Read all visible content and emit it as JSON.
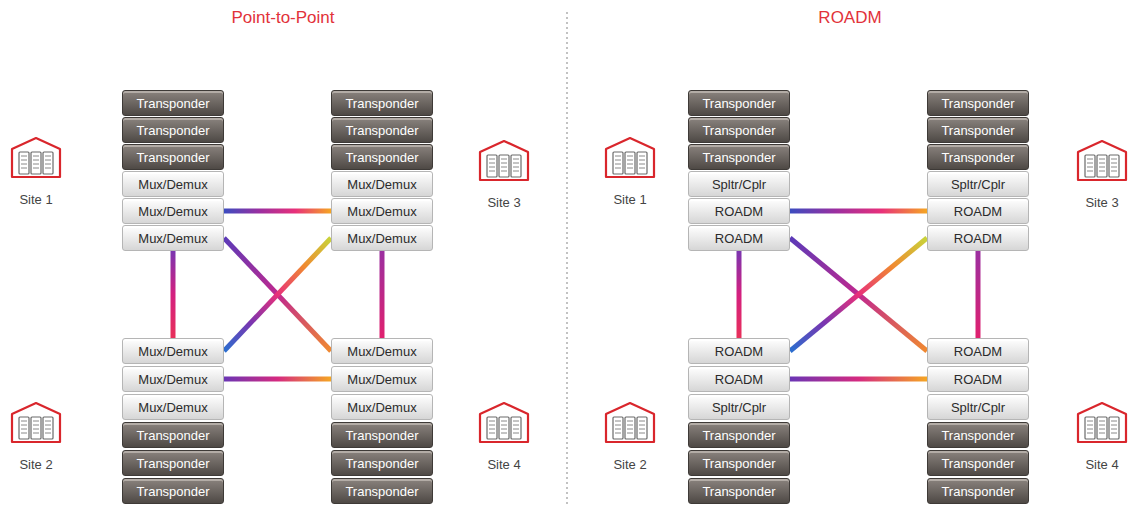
{
  "diagram": {
    "nodes": [
      {
        "text": [
          "Transponder"
        ]
      },
      {
        "text": [
          "Transponder"
        ]
      },
      {
        "text": [
          "Transponder"
        ]
      },
      {
        "text": [
          "Mux/Demux"
        ]
      },
      {
        "text": [
          "Mux/Demux"
        ]
      },
      {
        "text": [
          "Mux/Demux"
        ]
      },
      {
        "text": [
          "Transponder"
        ]
      },
      {
        "text": [
          "Transponder"
        ]
      },
      {
        "text": [
          "Transponder"
        ]
      },
      {
        "text": [
          "Mux/Demux"
        ]
      },
      {
        "text": [
          "Mux/Demux"
        ]
      },
      {
        "text": [
          "Mux/Demux"
        ]
      },
      {
        "text": [
          "Mux/Demux"
        ]
      },
      {
        "text": [
          "Mux/Demux"
        ]
      },
      {
        "text": [
          "Mux/Demux"
        ]
      },
      {
        "text": [
          "Transponder"
        ]
      },
      {
        "text": [
          "Transponder"
        ]
      },
      {
        "text": [
          "Transponder"
        ]
      },
      {
        "text": [
          "Mux/Demux"
        ]
      },
      {
        "text": [
          "Mux/Demux"
        ]
      },
      {
        "text": [
          "Mux/Demux"
        ]
      },
      {
        "text": [
          "Transponder"
        ]
      },
      {
        "text": [
          "Transponder"
        ]
      },
      {
        "text": [
          "Transponder"
        ]
      },
      {
        "text": [
          "Transponder"
        ]
      },
      {
        "text": [
          "Transponder"
        ]
      },
      {
        "text": [
          "Transponder"
        ]
      },
      {
        "text": [
          "Spltr/Cplr"
        ]
      },
      {
        "text": [
          "ROADM"
        ]
      },
      {
        "text": [
          "ROADM"
        ]
      },
      {
        "text": [
          "Transponder"
        ]
      },
      {
        "text": [
          "Transponder"
        ]
      },
      {
        "text": [
          "Transponder"
        ]
      },
      {
        "text": [
          "Spltr/Cplr"
        ]
      },
      {
        "text": [
          "ROADM"
        ]
      },
      {
        "text": [
          "ROADM"
        ]
      },
      {
        "text": [
          "ROADM"
        ]
      },
      {
        "text": [
          "ROADM"
        ]
      },
      {
        "text": [
          "Spltr/Cplr"
        ]
      },
      {
        "text": [
          "Transponder"
        ]
      },
      {
        "text": [
          "Transponder"
        ]
      },
      {
        "text": [
          "Transponder"
        ]
      },
      {
        "text": [
          "ROADM"
        ]
      },
      {
        "text": [
          "ROADM"
        ]
      },
      {
        "text": [
          "Spltr/Cplr"
        ]
      },
      {
        "text": [
          "Transponder"
        ]
      },
      {
        "text": [
          "Transponder"
        ]
      },
      {
        "text": [
          "Transponder"
        ]
      }
    ],
    "edges": [
      {
        "from": 4,
        "to": 10,
        "arrow": "none"
      },
      {
        "from": 5,
        "to": 12,
        "arrow": "none"
      },
      {
        "from": 5,
        "to": 18,
        "arrow": "none"
      },
      {
        "from": 11,
        "to": 12,
        "arrow": "none"
      },
      {
        "from": 11,
        "to": 18,
        "arrow": "none"
      },
      {
        "from": 13,
        "to": 19,
        "arrow": "none"
      },
      {
        "from": 28,
        "to": 34,
        "arrow": "none"
      },
      {
        "from": 29,
        "to": 36,
        "arrow": "none"
      },
      {
        "from": 29,
        "to": 42,
        "arrow": "none"
      },
      {
        "from": 35,
        "to": 36,
        "arrow": "none"
      },
      {
        "from": 35,
        "to": 42,
        "arrow": "none"
      },
      {
        "from": 37,
        "to": 43,
        "arrow": "none"
      }
    ],
    "labels": [
      "Point-to-Point",
      "Site 1",
      "Site 3",
      "Site 2",
      "Site 4",
      "ROADM",
      "Site 1",
      "Site 3",
      "Site 2",
      "Site 4"
    ]
  }
}
